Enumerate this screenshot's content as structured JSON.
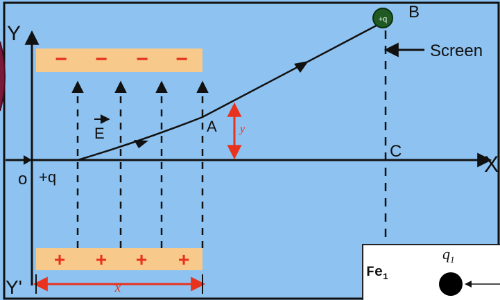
{
  "colors": {
    "background": "#8ec2f0",
    "plate": "#f7c98a",
    "red_label": "#e8321e",
    "axis": "#111111",
    "trajectory": "#111111",
    "particle": "#1e5a22",
    "frame_border": "#111111",
    "left_edge_accent": "#7a1a3a"
  },
  "axes": {
    "y_label": "Y",
    "y_prime_label": "Y'",
    "x_label": "X",
    "origin_label": "o"
  },
  "charge_label": "+q",
  "top_plate_signs": [
    "−",
    "−",
    "−",
    "−"
  ],
  "bottom_plate_signs": [
    "+",
    "+",
    "+",
    "+"
  ],
  "field_label": "E",
  "point_a_label": "A",
  "point_b_label": "B",
  "point_c_label": "C",
  "deflection_label": "y",
  "plate_length_label": "x",
  "screen_label": "Screen",
  "particle_label": "+q",
  "inset": {
    "force_label": "Fe",
    "force_subscript": "1",
    "charge_label": "q",
    "charge_subscript": "1"
  }
}
